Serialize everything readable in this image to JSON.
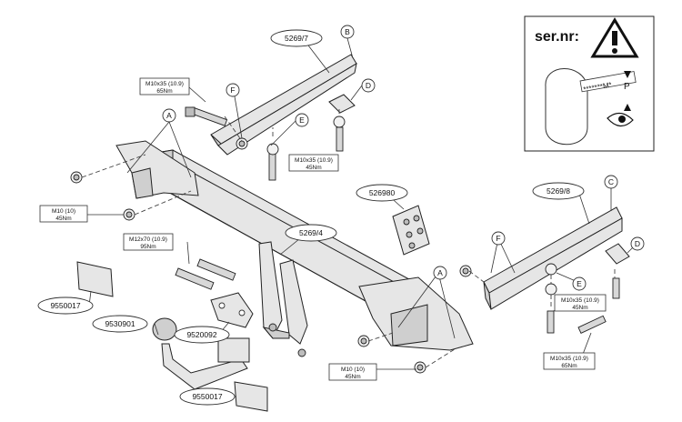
{
  "parts": {
    "crossbar": "5269/4",
    "bracket_left": "5269/7",
    "bracket_right": "5269/8",
    "ball_neck": "9530901",
    "plate": "9520092",
    "socket_plate": "526980",
    "sticker_top": "9550017",
    "sticker_bottom": "9550017"
  },
  "letters": {
    "A": "A",
    "B": "B",
    "C": "C",
    "D": "D",
    "E": "E",
    "F": "F"
  },
  "specs": {
    "top_left": {
      "line1": "M10x35 (10.9)",
      "line2": "65Nm"
    },
    "top_middle": {
      "line1": "M10x35 (10.9)",
      "line2": "45Nm"
    },
    "left_m10": {
      "line1": "M10 (10)",
      "line2": "45Nm"
    },
    "m12": {
      "line1": "M12x70 (10.9)",
      "line2": "95Nm"
    },
    "bottom_m10": {
      "line1": "M10 (10)",
      "line2": "45Nm"
    },
    "right_45": {
      "line1": "M10x35 (10.9)",
      "line2": "45Nm"
    },
    "right_65": {
      "line1": "M10x35 (10.9)",
      "line2": "65Nm"
    }
  },
  "warning_box": {
    "title": "ser.nr:",
    "serial": "*******M*",
    "p_label": "P"
  }
}
